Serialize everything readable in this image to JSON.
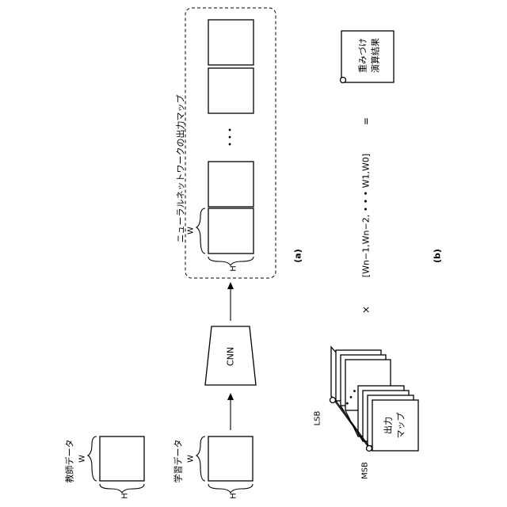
{
  "figure": {
    "teacher_data_label": "教師データ",
    "learning_data_label": "学習データ",
    "cnn_label": "CNN",
    "output_map_label": "ニューラルネットワークの出力マップ",
    "dim_h": "H",
    "dim_w": "W",
    "ellipsis": "• • •",
    "part_a_label": "(a)",
    "part_b_label": "(b)",
    "lsb_label": "LSB",
    "msb_label": "MSB",
    "bit_map_label_line1": "出力",
    "bit_map_label_line2": "マップ",
    "times_symbol": "×",
    "weights_text": "[Wn−1,Wn−2, • • • W1,W0]",
    "equals_symbol": "=",
    "result_line1": "重みづけ",
    "result_line2": "演算結果"
  }
}
